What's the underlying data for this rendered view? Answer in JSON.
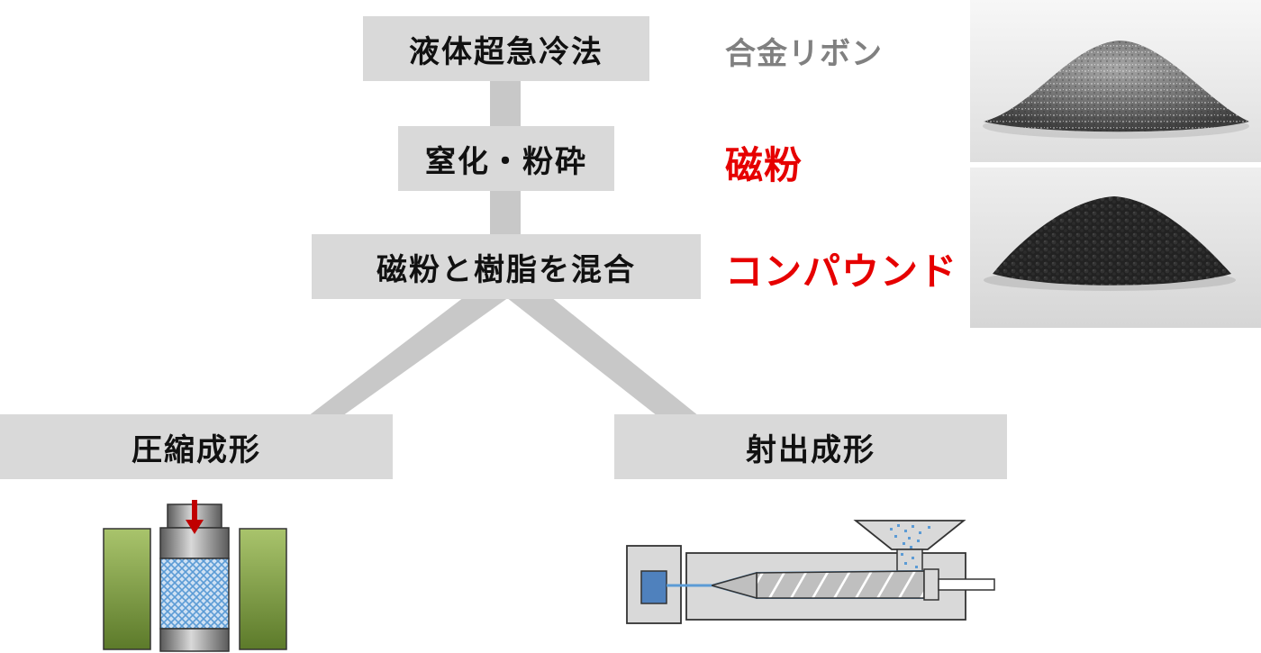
{
  "steps": {
    "rapid_quench": "液体超急冷法",
    "nitride_grind": "窒化・粉砕",
    "mix_resin": "磁粉と樹脂を混合",
    "compression": "圧縮成形",
    "injection": "射出成形"
  },
  "products": {
    "ribbon": "合金リボン",
    "powder": "磁粉",
    "compound": "コンパウンド"
  },
  "colors": {
    "box_fill": "#d9d9d9",
    "connector": "#c8c8c8",
    "ribbon_text": "#808080",
    "highlight_text": "#e60000",
    "arrow": "#c00000",
    "die_green": "#76923c",
    "mesh_blue": "#5b9bd5"
  },
  "icons": {
    "photo_top": "metal-powder-photo",
    "photo_bottom": "compound-pellets-photo",
    "compression": "compression-mold-icon",
    "injection": "injection-molding-machine-icon"
  }
}
